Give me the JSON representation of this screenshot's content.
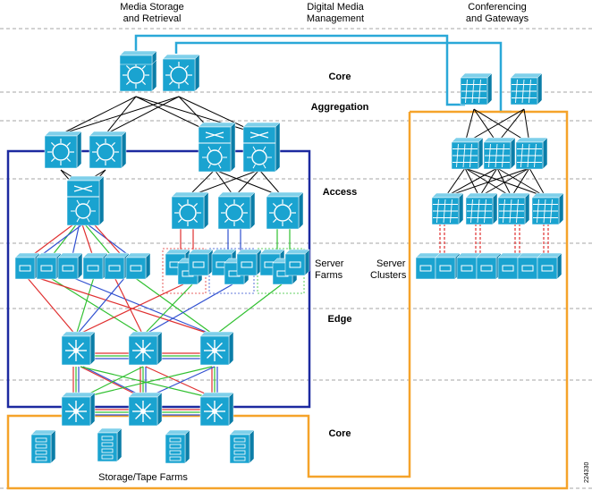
{
  "headers": {
    "media_line1": "Media Storage",
    "media_line2": "and Retrieval",
    "digital_line1": "Digital Media",
    "digital_line2": "Management",
    "conf_line1": "Conferencing",
    "conf_line2": "and Gateways"
  },
  "tiers": {
    "core_top": "Core",
    "aggregation": "Aggregation",
    "access": "Access",
    "edge": "Edge",
    "core_bottom": "Core"
  },
  "side_labels": {
    "server_farms_1": "Server",
    "server_farms_2": "Farms",
    "server_clusters_1": "Server",
    "server_clusters_2": "Clusters",
    "storage": "Storage/Tape Farms"
  },
  "figure_id": "224330",
  "colors": {
    "device": "#1aa3d0",
    "device_top": "#7fd0ea",
    "device_side": "#0b7ea8",
    "blue_border": "#1d2aa0",
    "orange_border": "#f5a32a",
    "cyan_link": "#2aa8d8",
    "red_link": "#e03030",
    "green_link": "#30c030",
    "blue_link": "#3050d0",
    "dashed_grid": "#888888"
  }
}
